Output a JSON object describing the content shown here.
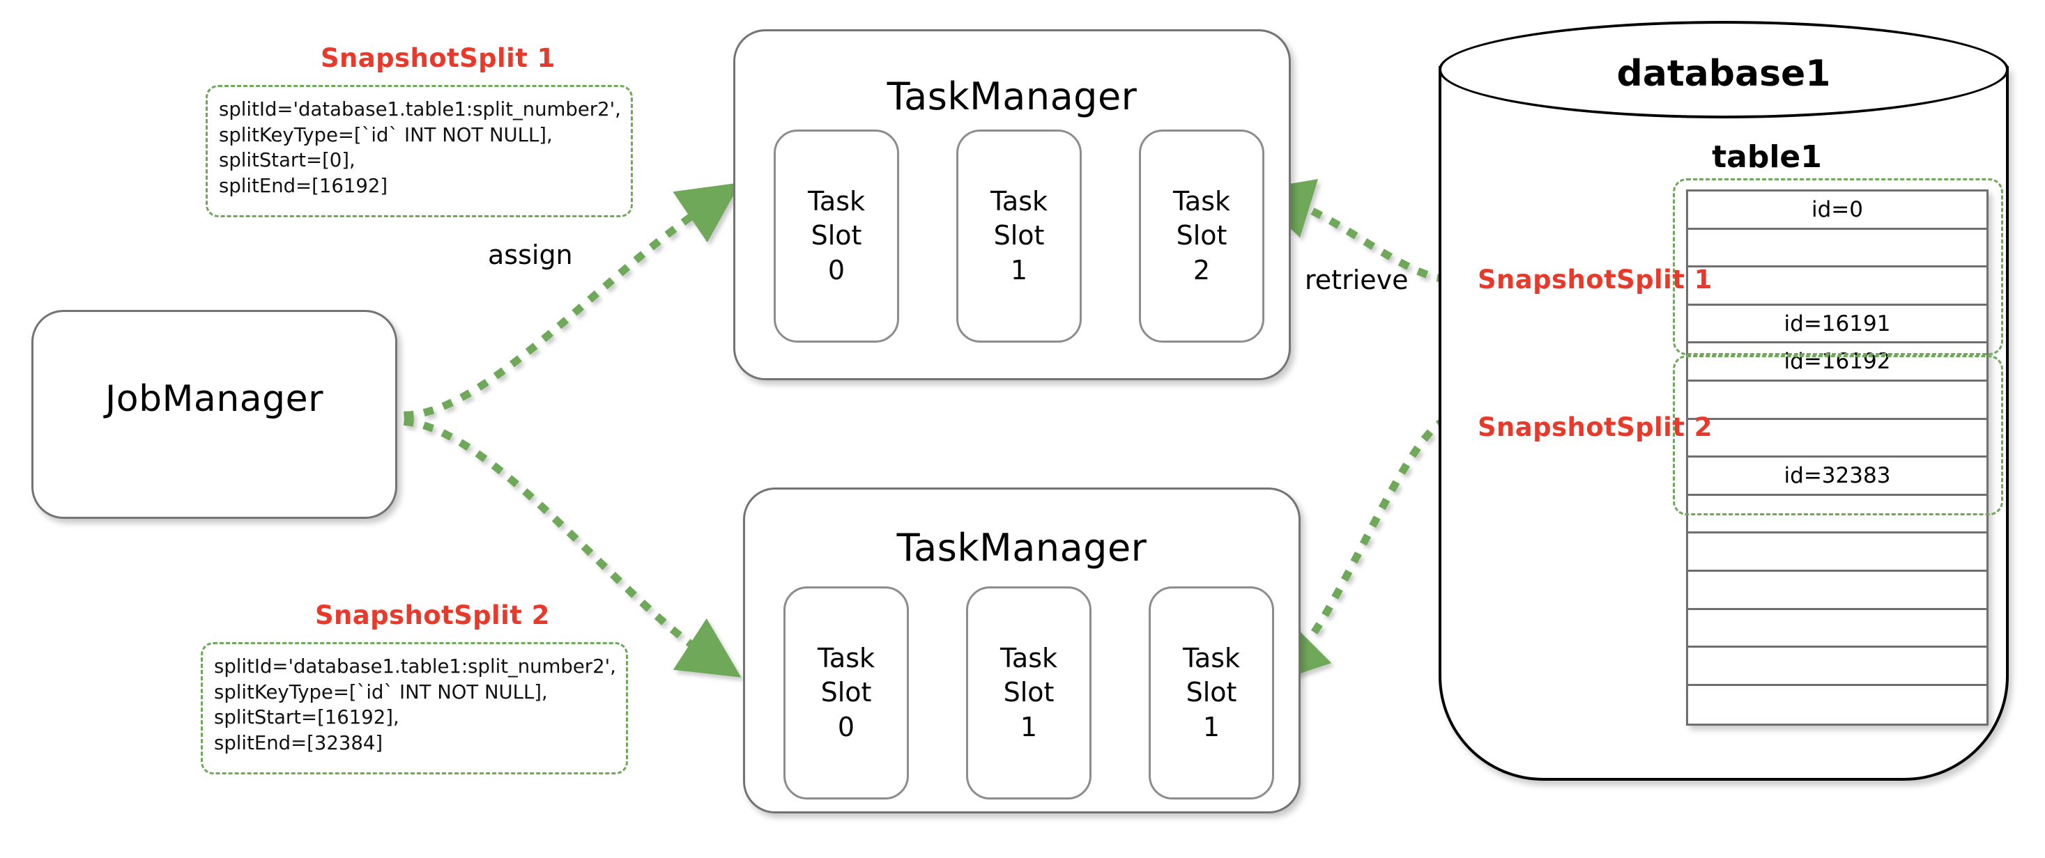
{
  "nodes": {
    "job_manager": {
      "title": "JobManager"
    },
    "task_manager_top": {
      "title": "TaskManager",
      "slots": [
        {
          "line1": "Task",
          "line2": "Slot",
          "line3": "0"
        },
        {
          "line1": "Task",
          "line2": "Slot",
          "line3": "1"
        },
        {
          "line1": "Task",
          "line2": "Slot",
          "line3": "2"
        }
      ]
    },
    "task_manager_bottom": {
      "title": "TaskManager",
      "slots": [
        {
          "line1": "Task",
          "line2": "Slot",
          "line3": "0"
        },
        {
          "line1": "Task",
          "line2": "Slot",
          "line3": "1"
        },
        {
          "line1": "Task",
          "line2": "Slot",
          "line3": "1"
        }
      ]
    }
  },
  "splits": [
    {
      "title": "SnapshotSplit 1",
      "lines": [
        "splitId='database1.table1:split_number2',",
        "splitKeyType=[`id` INT NOT NULL],",
        "splitStart=[0],",
        "splitEnd=[16192]"
      ]
    },
    {
      "title": "SnapshotSplit 2",
      "lines": [
        "splitId='database1.table1:split_number2',",
        "splitKeyType=[`id` INT NOT NULL],",
        "splitStart=[16192],",
        "splitEnd=[32384]"
      ]
    }
  ],
  "edges": {
    "assign_label": "assign",
    "retrieve_label": "retrieve"
  },
  "database": {
    "name": "database1",
    "table_name": "table1",
    "split_marker_1": "SnapshotSplit 1",
    "split_marker_2": "SnapshotSplit 2",
    "rows": [
      {
        "value": "id=0"
      },
      {
        "value": ""
      },
      {
        "value": ""
      },
      {
        "value": "id=16191"
      },
      {
        "value": "id=16192"
      },
      {
        "value": ""
      },
      {
        "value": ""
      },
      {
        "value": "id=32383"
      },
      {
        "value": ""
      },
      {
        "value": ""
      },
      {
        "value": ""
      },
      {
        "value": ""
      },
      {
        "value": ""
      },
      {
        "value": ""
      }
    ]
  },
  "colors": {
    "accent_red": "#e8392b",
    "accent_green": "#6fa85a",
    "node_border": "#737373",
    "table_border": "#6f6f6f"
  }
}
